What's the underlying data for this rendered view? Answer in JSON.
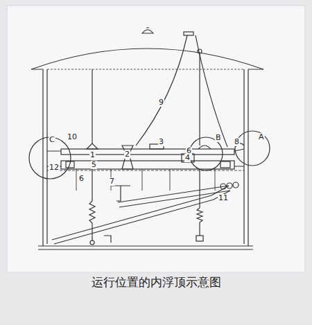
{
  "diagram": {
    "caption": "运行位置的内浮顶示意图",
    "labels": [
      "9",
      "3",
      "C",
      "10",
      "1",
      "2",
      "6",
      "B",
      "8",
      "A",
      "12",
      "5",
      "4",
      "6",
      "7",
      "11"
    ]
  }
}
